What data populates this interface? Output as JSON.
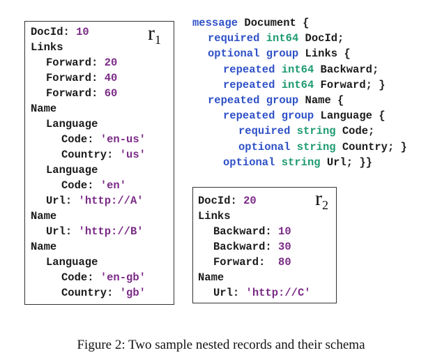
{
  "record1": {
    "label_main": "r",
    "label_sub": "1",
    "lines": [
      {
        "indent": 0,
        "key": "DocId:",
        "value": "10"
      },
      {
        "indent": 0,
        "key": "Links",
        "value": ""
      },
      {
        "indent": 1,
        "key": "Forward:",
        "value": "20"
      },
      {
        "indent": 1,
        "key": "Forward:",
        "value": "40"
      },
      {
        "indent": 1,
        "key": "Forward:",
        "value": "60"
      },
      {
        "indent": 0,
        "key": "Name",
        "value": ""
      },
      {
        "indent": 1,
        "key": "Language",
        "value": ""
      },
      {
        "indent": 2,
        "key": "Code:",
        "value": "'en-us'"
      },
      {
        "indent": 2,
        "key": "Country:",
        "value": "'us'"
      },
      {
        "indent": 1,
        "key": "Language",
        "value": ""
      },
      {
        "indent": 2,
        "key": "Code:",
        "value": "'en'"
      },
      {
        "indent": 1,
        "key": "Url:",
        "value": "'http://A'"
      },
      {
        "indent": 0,
        "key": "Name",
        "value": ""
      },
      {
        "indent": 1,
        "key": "Url:",
        "value": "'http://B'"
      },
      {
        "indent": 0,
        "key": "Name",
        "value": ""
      },
      {
        "indent": 1,
        "key": "Language",
        "value": ""
      },
      {
        "indent": 2,
        "key": "Code:",
        "value": "'en-gb'"
      },
      {
        "indent": 2,
        "key": "Country:",
        "value": "'gb'"
      }
    ]
  },
  "record2": {
    "label_main": "r",
    "label_sub": "2",
    "lines": [
      {
        "indent": 0,
        "key": "DocId:",
        "value": "20"
      },
      {
        "indent": 0,
        "key": "Links",
        "value": ""
      },
      {
        "indent": 1,
        "key": "Backward:",
        "value": "10"
      },
      {
        "indent": 1,
        "key": "Backward:",
        "value": "30"
      },
      {
        "indent": 1,
        "key": "Forward:",
        "value": " 80"
      },
      {
        "indent": 0,
        "key": "Name",
        "value": ""
      },
      {
        "indent": 1,
        "key": "Url:",
        "value": "'http://C'"
      }
    ]
  },
  "schema": {
    "lines": [
      {
        "indent": 0,
        "tokens": [
          {
            "t": "kw",
            "s": "message"
          },
          {
            "t": "plain",
            "s": " Document {"
          }
        ]
      },
      {
        "indent": 1,
        "tokens": [
          {
            "t": "kw",
            "s": "required"
          },
          {
            "t": "plain",
            "s": " "
          },
          {
            "t": "ty",
            "s": "int64"
          },
          {
            "t": "plain",
            "s": " DocId;"
          }
        ]
      },
      {
        "indent": 1,
        "tokens": [
          {
            "t": "kw",
            "s": "optional group"
          },
          {
            "t": "plain",
            "s": " Links {"
          }
        ]
      },
      {
        "indent": 2,
        "tokens": [
          {
            "t": "kw",
            "s": "repeated"
          },
          {
            "t": "plain",
            "s": " "
          },
          {
            "t": "ty",
            "s": "int64"
          },
          {
            "t": "plain",
            "s": " Backward;"
          }
        ]
      },
      {
        "indent": 2,
        "tokens": [
          {
            "t": "kw",
            "s": "repeated"
          },
          {
            "t": "plain",
            "s": " "
          },
          {
            "t": "ty",
            "s": "int64"
          },
          {
            "t": "plain",
            "s": " Forward; }"
          }
        ]
      },
      {
        "indent": 1,
        "tokens": [
          {
            "t": "kw",
            "s": "repeated group"
          },
          {
            "t": "plain",
            "s": " Name {"
          }
        ]
      },
      {
        "indent": 2,
        "tokens": [
          {
            "t": "kw",
            "s": "repeated group"
          },
          {
            "t": "plain",
            "s": " Language {"
          }
        ]
      },
      {
        "indent": 3,
        "tokens": [
          {
            "t": "kw",
            "s": "required"
          },
          {
            "t": "plain",
            "s": " "
          },
          {
            "t": "ty",
            "s": "string"
          },
          {
            "t": "plain",
            "s": " Code;"
          }
        ]
      },
      {
        "indent": 3,
        "tokens": [
          {
            "t": "kw",
            "s": "optional"
          },
          {
            "t": "plain",
            "s": " "
          },
          {
            "t": "ty",
            "s": "string"
          },
          {
            "t": "plain",
            "s": " Country; }"
          }
        ]
      },
      {
        "indent": 2,
        "tokens": [
          {
            "t": "kw",
            "s": "optional"
          },
          {
            "t": "plain",
            "s": " "
          },
          {
            "t": "ty",
            "s": "string"
          },
          {
            "t": "plain",
            "s": " Url; }}"
          }
        ]
      }
    ]
  },
  "caption": "Figure 2: Two sample nested records and their schema",
  "colors": {
    "value": "#7a2a86",
    "keyword": "#2f51c7",
    "type": "#1f9a72"
  }
}
